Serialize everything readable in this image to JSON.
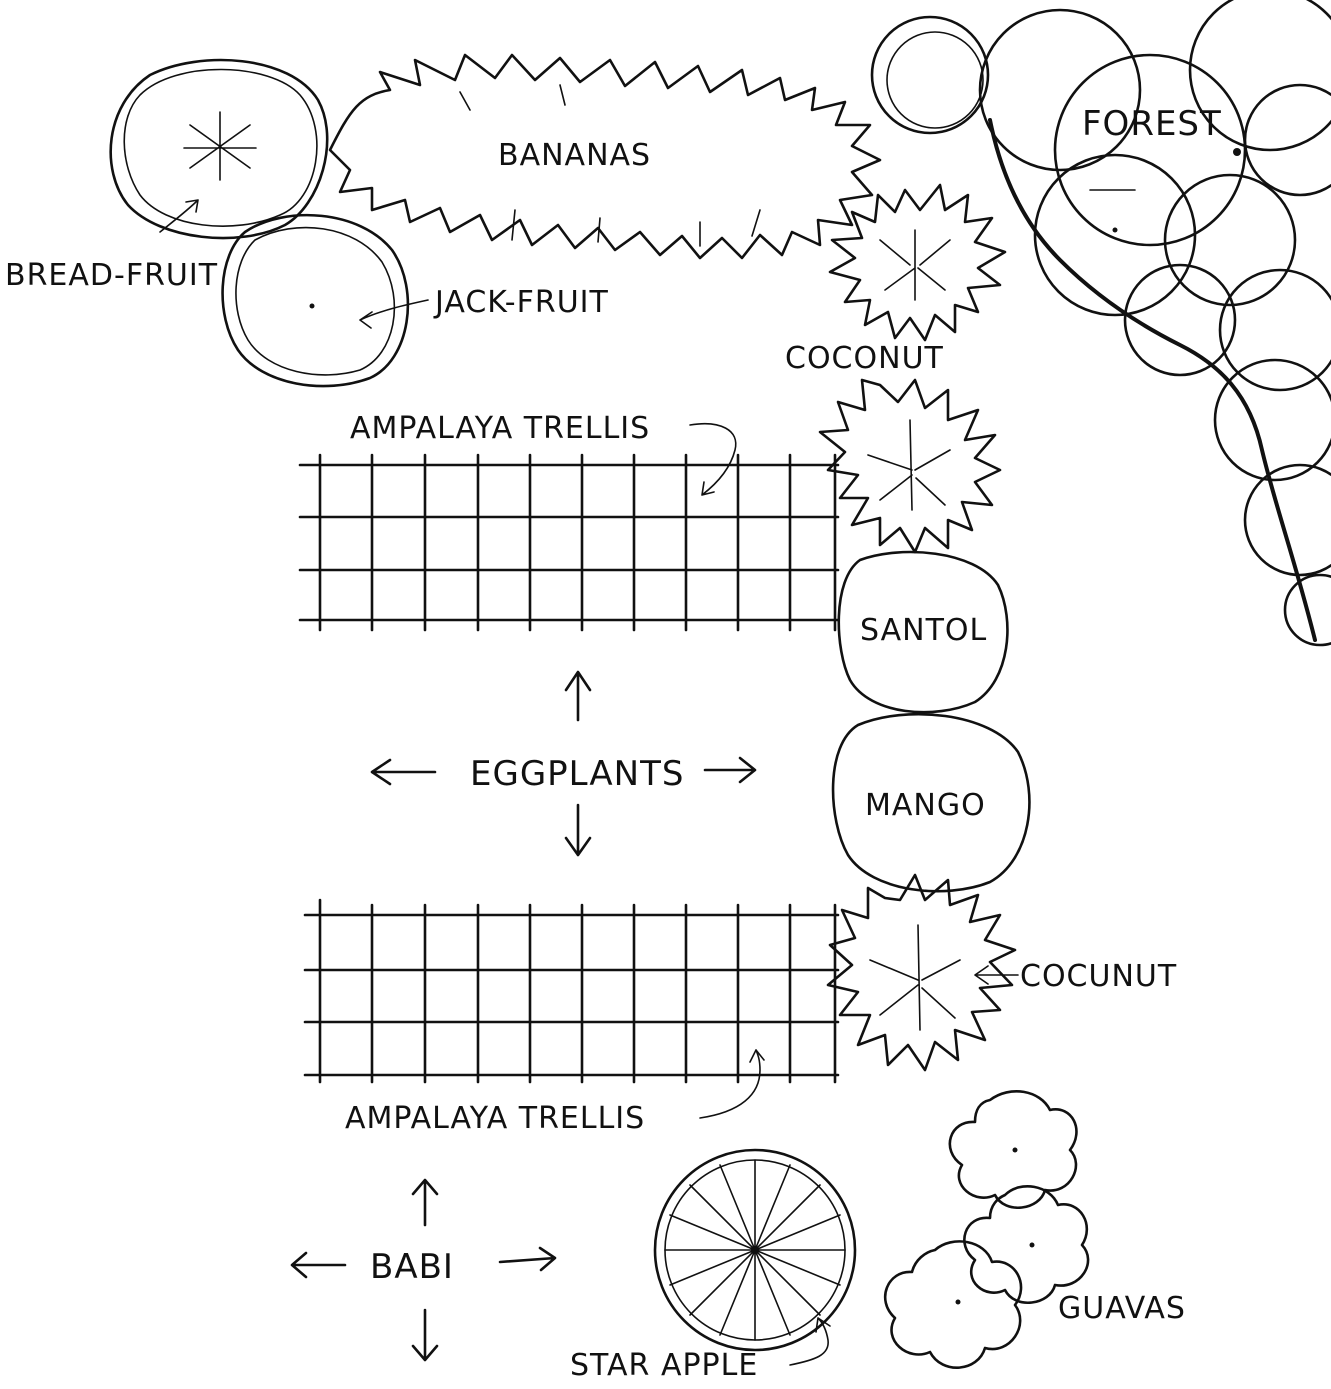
{
  "labels": {
    "bananas": "BANANAS",
    "forest": "FOREST",
    "bread_fruit": "BREAD-FRUIT",
    "jack_fruit": "JACK-FRUIT",
    "coconut_top": "COCONUT",
    "ampalaya_top": "AMPALAYA TRELLIS",
    "santol": "SANTOL",
    "eggplants": "EGGPLANTS",
    "mango": "MANGO",
    "coconut_mid": "COCUNUT",
    "ampalaya_bottom": "AMPALAYA TRELLIS",
    "babi": "BABI",
    "guavas": "GUAVAS",
    "star_apple": "STAR APPLE"
  },
  "colors": {
    "ink": "#111111",
    "paper": "#ffffff"
  }
}
